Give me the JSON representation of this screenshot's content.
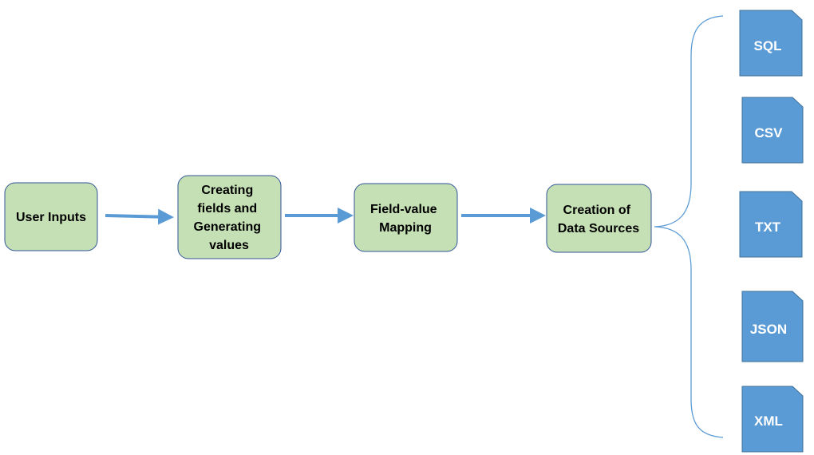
{
  "colors": {
    "process_fill": "#c5e0b4",
    "process_stroke": "#2f5597",
    "arrow": "#5b9bd5",
    "doc_fill": "#5b9bd5",
    "doc_stroke": "#41719c",
    "doc_text": "#ffffff",
    "brace": "#5b9bd5"
  },
  "process_steps": [
    {
      "lines": [
        "User Inputs"
      ]
    },
    {
      "lines": [
        "Creating",
        "fields and",
        "Generating",
        "values"
      ]
    },
    {
      "lines": [
        "Field-value",
        "Mapping"
      ]
    },
    {
      "lines": [
        "Creation of",
        "Data Sources"
      ]
    }
  ],
  "data_sources": [
    {
      "label": "SQL",
      "icon": "document-icon"
    },
    {
      "label": "CSV",
      "icon": "document-icon"
    },
    {
      "label": "TXT",
      "icon": "document-icon"
    },
    {
      "label": "JSON",
      "icon": "document-icon"
    },
    {
      "label": "XML",
      "icon": "document-icon"
    }
  ]
}
